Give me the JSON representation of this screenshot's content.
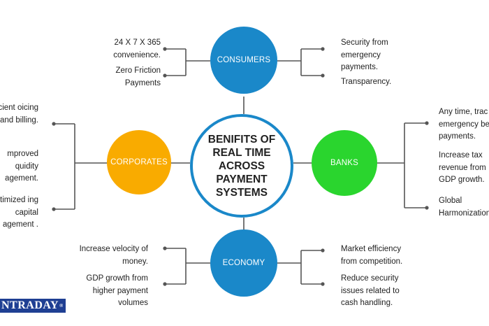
{
  "colors": {
    "blue": "#1a88c9",
    "orange": "#f9ab00",
    "green": "#2ad52e",
    "line": "#555555",
    "logo": "#1f3f93"
  },
  "center": {
    "title": "BENIFITS OF REAL TIME ACROSS PAYMENT SYSTEMS"
  },
  "nodes": {
    "consumers": {
      "label": "CONSUMERS",
      "left_items": [
        "24 X 7 X 365 convenience.",
        "Zero Friction Payments"
      ],
      "right_items": [
        "Security from emergency payments.",
        "Transparency."
      ]
    },
    "corporates": {
      "label": "CORPORATES",
      "items": [
        "fficient oicing and billing.",
        "mproved quidity agement.",
        "ptimized ing capital agement  ."
      ]
    },
    "banks": {
      "label": "BANKS",
      "items": [
        "Any time, trac emergency be payments.",
        "Increase tax revenue from GDP growth.",
        "Global Harmonization"
      ]
    },
    "economy": {
      "label": "ECONOMY",
      "left_items": [
        "Increase velocity of money.",
        "GDP growth from higher payment volumes"
      ],
      "right_items": [
        "Market efficiency from competition.",
        "Reduce security issues related to cash handling."
      ]
    }
  },
  "logo": {
    "text": "NTRADAY",
    "mark": "®"
  }
}
